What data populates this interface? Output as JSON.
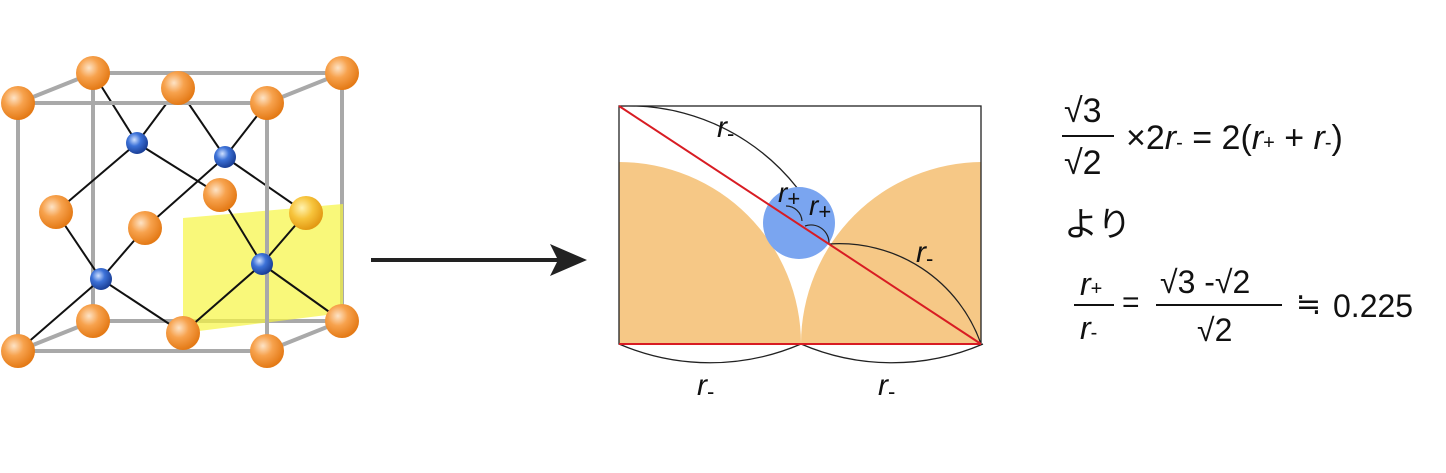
{
  "colors": {
    "anion": "#f39433",
    "cation": "#2f61c9",
    "plane": "#f7f542",
    "fill_region": "#f6c886",
    "red_line": "#d81c23",
    "blue_circle": "#7aa5f0"
  },
  "diagram": {
    "label_r_minus_main": "r",
    "label_minus": "-",
    "label_plus": "+",
    "label_r": "r"
  },
  "equation1": {
    "sqrt3": "√3",
    "sqrt2": "√2",
    "times": "×",
    "two": "2",
    "r": "r",
    "minus_sub": "-",
    "equals_rhs_start": "= 2(",
    "plus_sub": "+",
    "plus": " + ",
    "close": ")"
  },
  "equation_word": "より",
  "equation2": {
    "num_r": "r",
    "num_sub": "+",
    "den_r": "r",
    "den_sub": "-",
    "equals": "=",
    "num_right": "√3 -√2",
    "den_right": "√2",
    "approx": "≒",
    "value": "0.225"
  }
}
